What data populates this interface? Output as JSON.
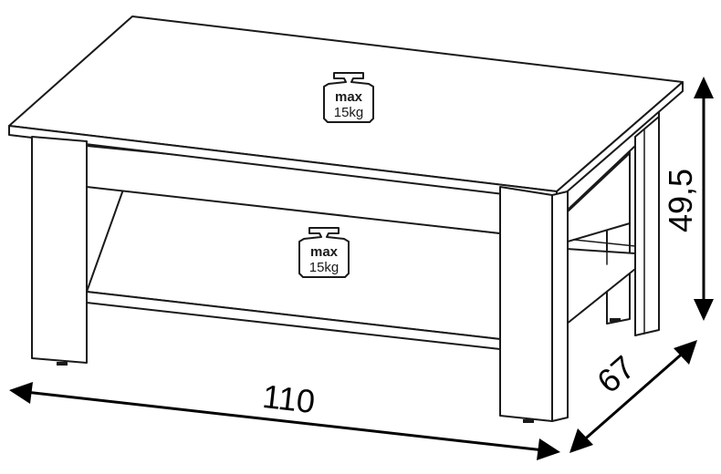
{
  "dimensions": {
    "width": "110",
    "depth": "67",
    "height": "49,5"
  },
  "load_limits": {
    "top": {
      "label": "max",
      "value": "15kg"
    },
    "shelf": {
      "label": "max",
      "value": "15kg"
    }
  },
  "colors": {
    "line": "#1a1a1a",
    "arrow": "#000000",
    "background": "#ffffff"
  }
}
